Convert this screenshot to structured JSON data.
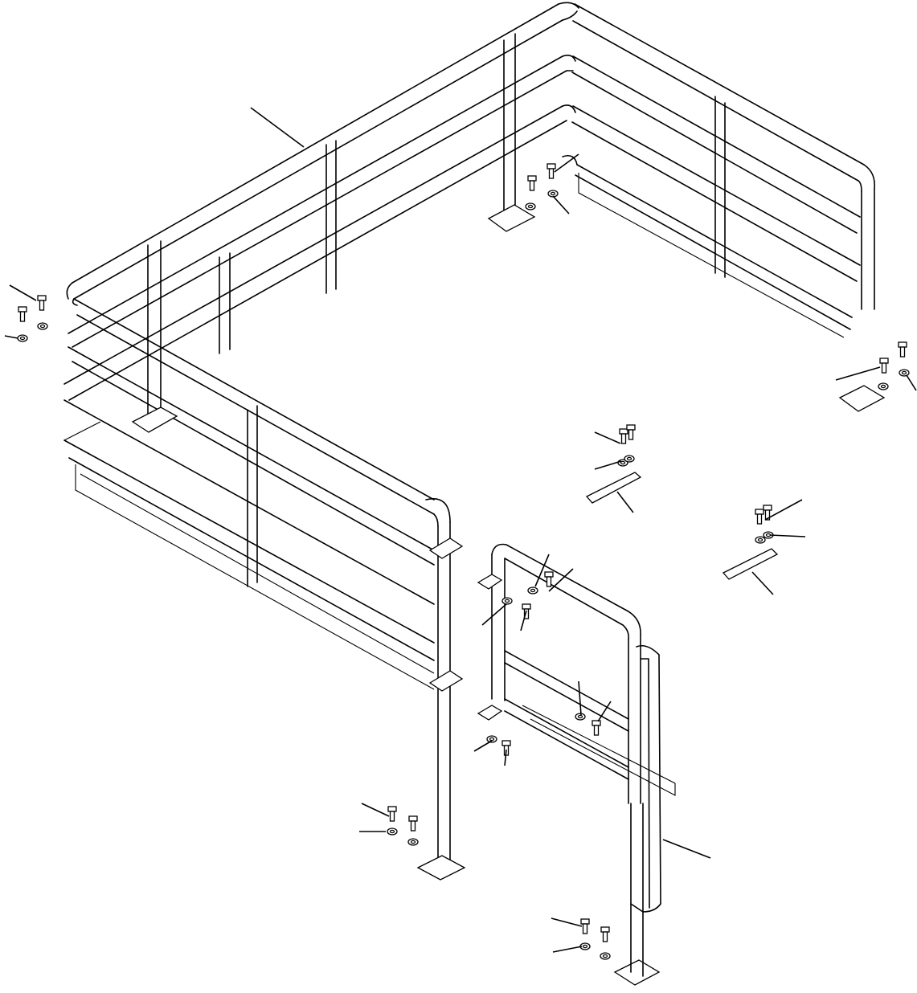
{
  "diagram": {
    "kind": "exploded-parts-drawing",
    "colors": {
      "line": "#000000",
      "background": "#ffffff"
    },
    "assemblies": [
      "handrail",
      "gate",
      "mounting-plate",
      "bolt",
      "washer",
      "hinge-pin",
      "mounting-bar"
    ]
  }
}
